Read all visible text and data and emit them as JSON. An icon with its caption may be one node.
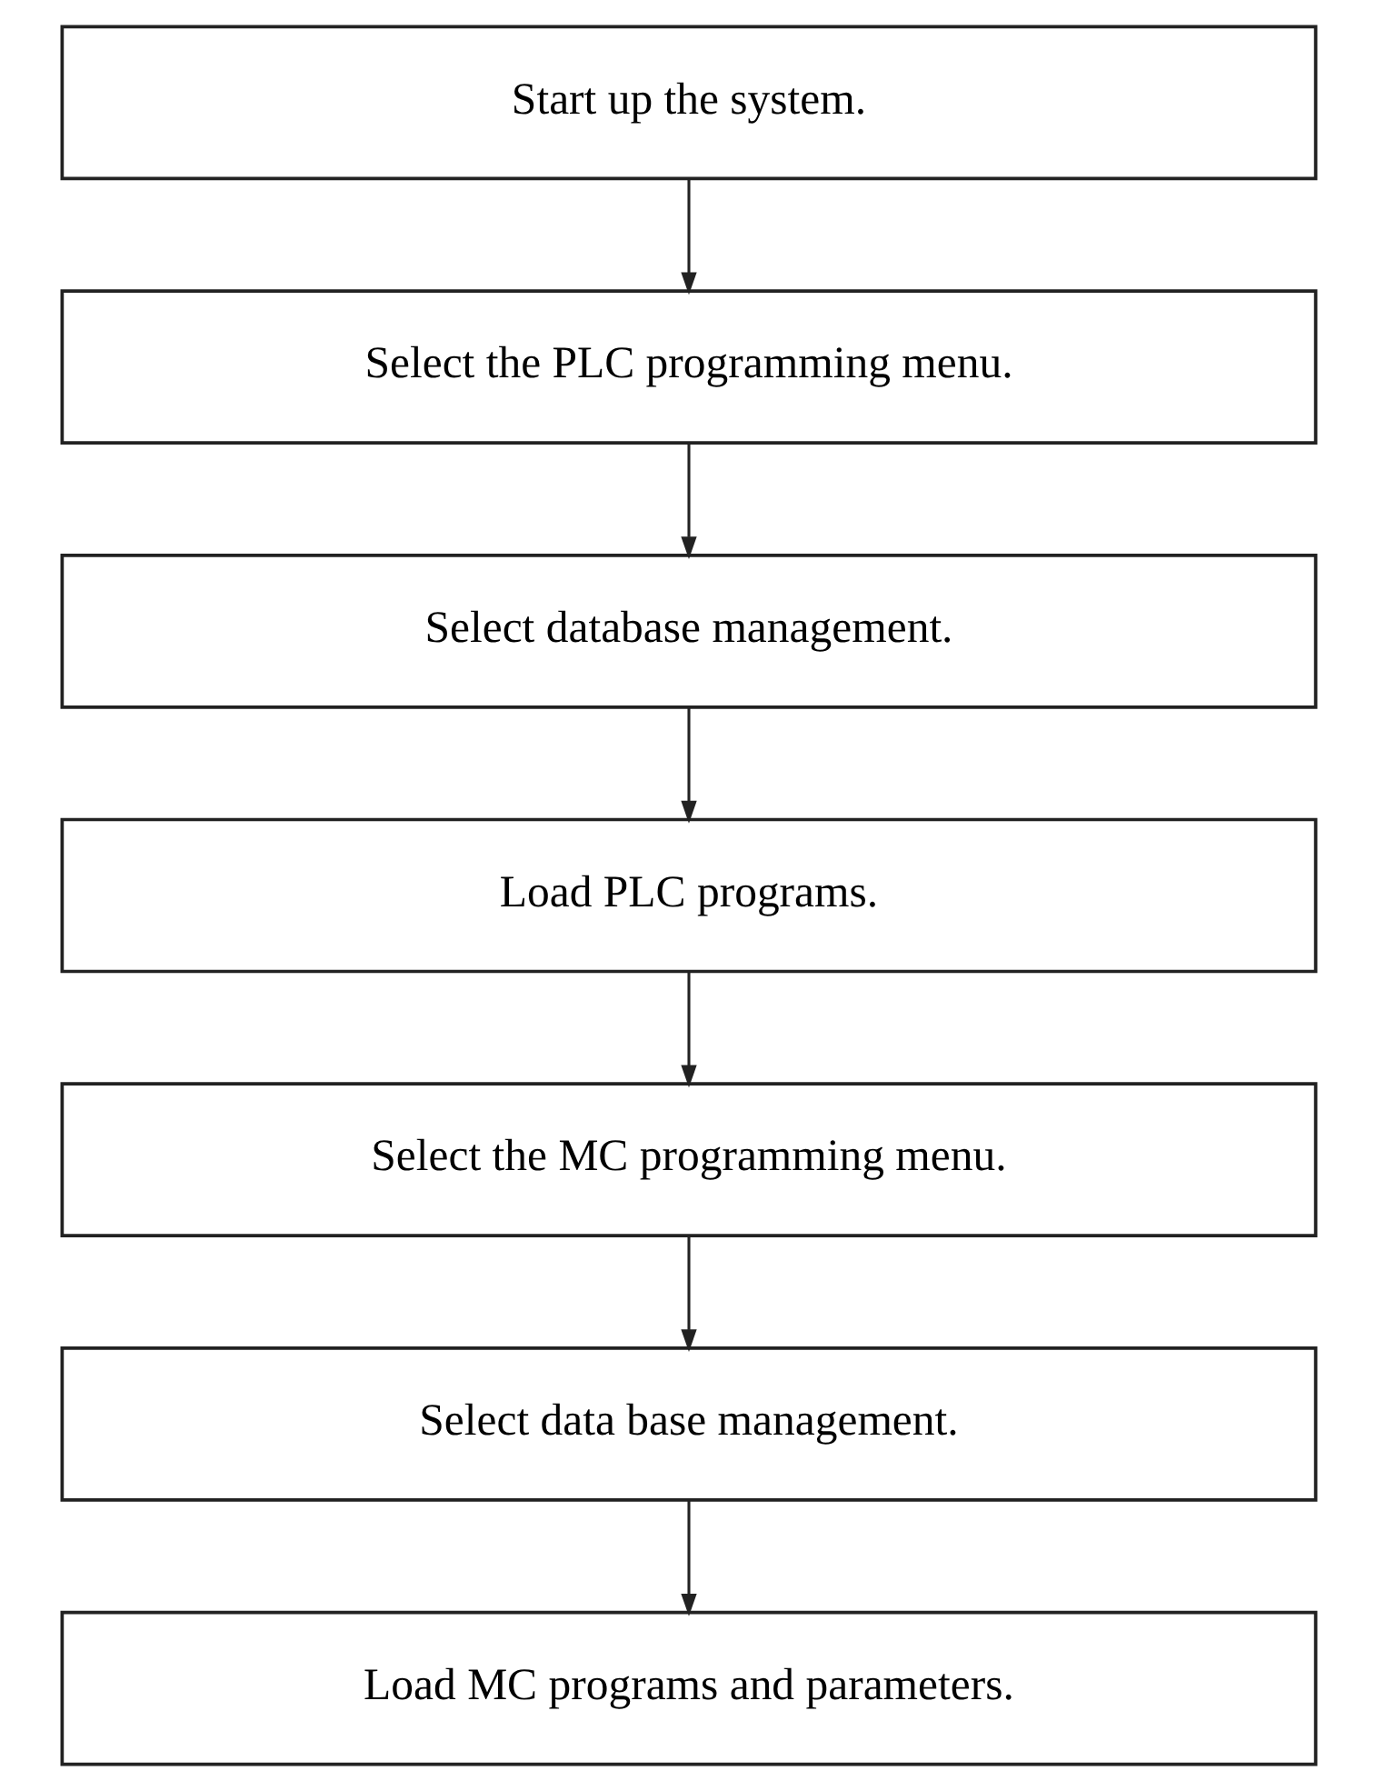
{
  "diagram": {
    "nodes": [
      {
        "text": [
          "Start up the system."
        ]
      },
      {
        "text": [
          "Select the PLC programming menu."
        ]
      },
      {
        "text": [
          "Select database management."
        ]
      },
      {
        "text": [
          "Load PLC programs."
        ]
      },
      {
        "text": [
          "Select the MC programming menu."
        ]
      },
      {
        "text": [
          "Select data base management."
        ]
      },
      {
        "text": [
          "Load MC programs and parameters."
        ]
      }
    ],
    "edges": [
      {
        "from": 0,
        "to": 1,
        "arrow": "to"
      },
      {
        "from": 1,
        "to": 2,
        "arrow": "to"
      },
      {
        "from": 2,
        "to": 3,
        "arrow": "to"
      },
      {
        "from": 3,
        "to": 4,
        "arrow": "to"
      },
      {
        "from": 4,
        "to": 5,
        "arrow": "to"
      },
      {
        "from": 5,
        "to": 6,
        "arrow": "to"
      }
    ]
  }
}
